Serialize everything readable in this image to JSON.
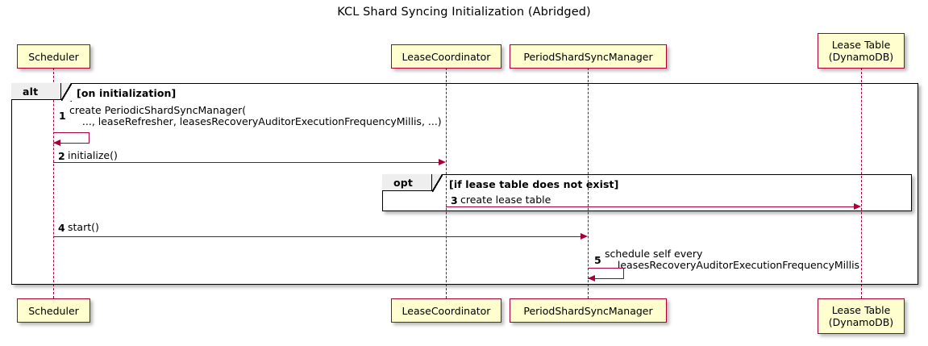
{
  "diagram": {
    "title": "KCL Shard Syncing Initialization (Abridged)",
    "type": "uml-sequence-diagram",
    "colors": {
      "participant_fill": "#FEFECE",
      "participant_border": "#A80036",
      "message_line": "#A80036",
      "fragment_border": "#000000",
      "fragment_label_fill": "#EEEEEE",
      "background": "#FFFFFF"
    }
  },
  "participants": [
    {
      "id": "scheduler",
      "label": "Scheduler"
    },
    {
      "id": "lease_coordinator",
      "label": "LeaseCoordinator"
    },
    {
      "id": "period_shard_sync_manager",
      "label": "PeriodShardSyncManager"
    },
    {
      "id": "lease_table",
      "label": "Lease Table\n(DynamoDB)"
    }
  ],
  "fragments": [
    {
      "id": "alt",
      "operator": "alt",
      "guard": "[on initialization]"
    },
    {
      "id": "opt",
      "operator": "opt",
      "guard": "[if lease table does not exist]"
    }
  ],
  "messages": [
    {
      "seq": "1",
      "from": "scheduler",
      "to": "scheduler",
      "kind": "self",
      "text": "create PeriodicShardSyncManager(\n    ..., leaseRefresher, leasesRecoveryAuditorExecutionFrequencyMillis, ...)"
    },
    {
      "seq": "2",
      "from": "scheduler",
      "to": "lease_coordinator",
      "kind": "sync",
      "text": "initialize()"
    },
    {
      "seq": "3",
      "from": "lease_coordinator",
      "to": "lease_table",
      "kind": "sync",
      "text": "create lease table"
    },
    {
      "seq": "4",
      "from": "scheduler",
      "to": "period_shard_sync_manager",
      "kind": "sync",
      "text": "start()"
    },
    {
      "seq": "5",
      "from": "period_shard_sync_manager",
      "to": "period_shard_sync_manager",
      "kind": "self",
      "text": "schedule self every\n    leasesRecoveryAuditorExecutionFrequencyMillis"
    }
  ]
}
